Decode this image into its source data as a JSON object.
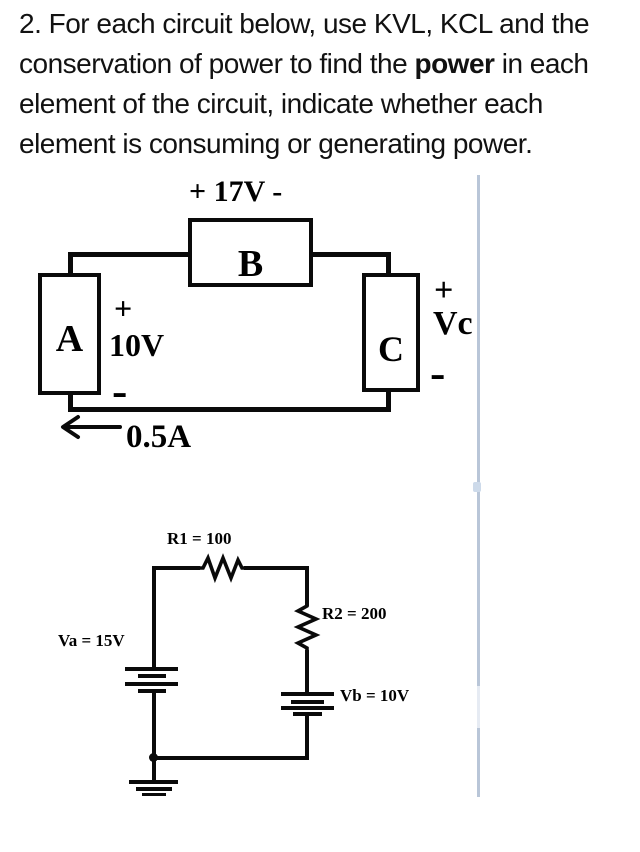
{
  "problem": {
    "lines": [
      {
        "pre": "2. For each circuit below, use KVL, KCL and the",
        "bold": "",
        "post": ""
      },
      {
        "pre": "conservation of power to find the ",
        "bold": "power",
        "post": " in each"
      },
      {
        "pre": "element of the circuit, indicate whether each",
        "bold": "",
        "post": ""
      },
      {
        "pre": "element is consuming or generating power.",
        "bold": "",
        "post": ""
      }
    ]
  },
  "circuit1": {
    "b_voltage_label": "+ 17V -",
    "element_a_label": "A",
    "element_b_label": "B",
    "element_c_label": "C",
    "a_plus": "+",
    "a_voltage": "10V",
    "a_minus": "-",
    "c_plus": "+",
    "c_voltage_label": "Vc",
    "c_minus": "-",
    "current_label": "0.5A",
    "current_direction": "left"
  },
  "circuit2": {
    "r1_label": "R1 = 100",
    "r2_label": "R2 = 200",
    "va_label": "Va = 15V",
    "vb_label": "Vb = 10V",
    "has_ground": true
  },
  "colors": {
    "ink": "#0a0a0a",
    "guide_line": "#b9c6d8"
  }
}
